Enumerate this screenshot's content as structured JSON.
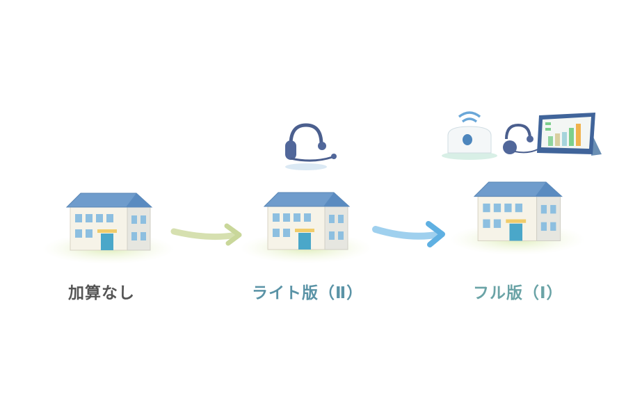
{
  "stages": [
    {
      "label": "加算なし",
      "equipment": []
    },
    {
      "label": "ライト版（Ⅱ）",
      "equipment": [
        "headset-icon"
      ]
    },
    {
      "label": "フル版（Ⅰ）",
      "equipment": [
        "wifi-sensor-icon",
        "headset-icon",
        "tablet-chart-icon"
      ]
    }
  ],
  "colors": {
    "roof": "#6f9ccc",
    "wall": "#f6f3e8",
    "window": "#8dbfe0",
    "door": "#4aa7c9",
    "arrow1": "#d6e0b0",
    "arrow2": "#6cb8e4",
    "label_none": "#555555",
    "label_light": "#5a93a6",
    "label_full": "#6aa3a6"
  }
}
